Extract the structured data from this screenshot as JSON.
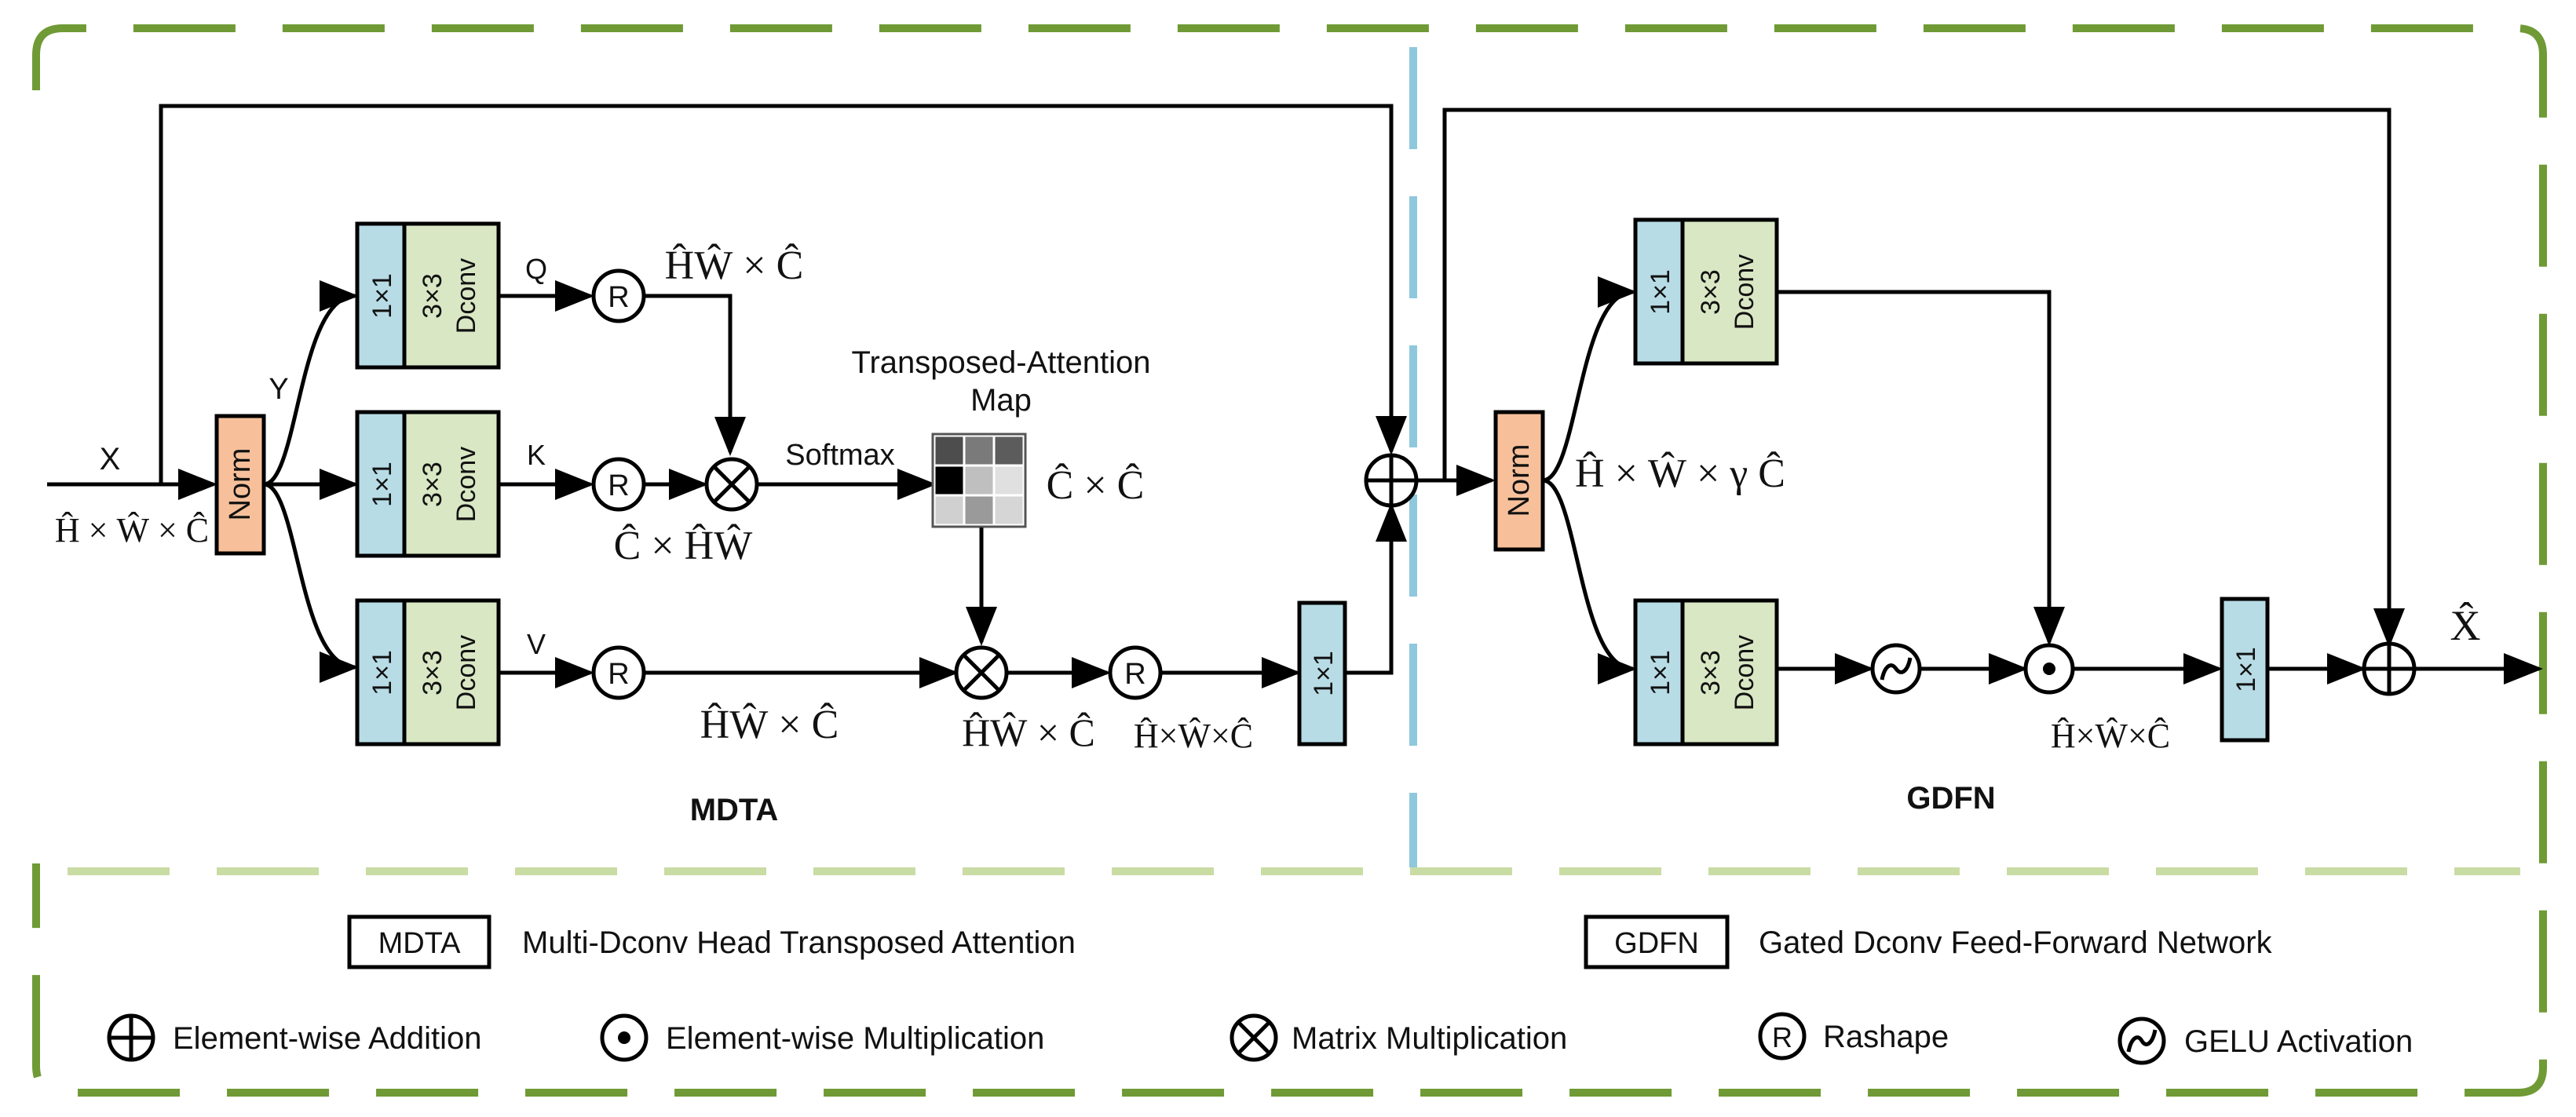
{
  "colors": {
    "frame_green": "#6f9a35",
    "frame_light_green": "#c9dca4",
    "divider_blue": "#8fc8dc",
    "conv1x1_fill": "#b8dce6",
    "dconv_fill": "#d9e7c4",
    "norm_fill": "#f7c09a"
  },
  "mdta": {
    "title": "MDTA",
    "input_label": "X",
    "input_dims": "Ĥ × Ŵ × Ĉ",
    "norm_label": "Norm",
    "y_label": "Y",
    "conv1x1_label": "1×1",
    "dconv_label_line1": "3×3",
    "dconv_label_line2": "Dconv",
    "q_label": "Q",
    "k_label": "K",
    "v_label": "V",
    "reshape_symbol": "R",
    "q_dims": "ĤŴ × Ĉ",
    "k_dims": "Ĉ × ĤŴ",
    "v_dims": "ĤŴ × Ĉ",
    "softmax_label": "Softmax",
    "attention_title_line1": "Transposed-Attention",
    "attention_title_line2": "Map",
    "attention_dims": "Ĉ × Ĉ",
    "attention_map_cells": [
      "#4d4d4d",
      "#7a7a7a",
      "#5c5c5c",
      "#000000",
      "#bfbfbf",
      "#e0e0e0",
      "#d0d0d0",
      "#9a9a9a",
      "#d6d6d6"
    ],
    "out_mul_dims": "ĤŴ × Ĉ",
    "out_reshape_dims": "Ĥ×Ŵ×Ĉ",
    "proj_label": "1×1"
  },
  "gdfn": {
    "title": "GDFN",
    "norm_label": "Norm",
    "conv1x1_label": "1×1",
    "dconv_label_line1": "3×3",
    "dconv_label_line2": "Dconv",
    "expand_dims": "Ĥ × Ŵ × γ Ĉ",
    "gated_dims": "Ĥ×Ŵ×Ĉ",
    "proj_label": "1×1",
    "output_label": "X̂"
  },
  "legend": {
    "mdta_box": "MDTA",
    "mdta_text": "Multi-Dconv Head Transposed Attention",
    "gdfn_box": "GDFN",
    "gdfn_text": "Gated Dconv Feed-Forward Network",
    "add_text": "Element-wise Addition",
    "emul_text": "Element-wise Multiplication",
    "mmul_text": "Matrix Multiplication",
    "reshape_symbol": "R",
    "reshape_text": "Rashape",
    "gelu_text": "GELU Activation"
  }
}
